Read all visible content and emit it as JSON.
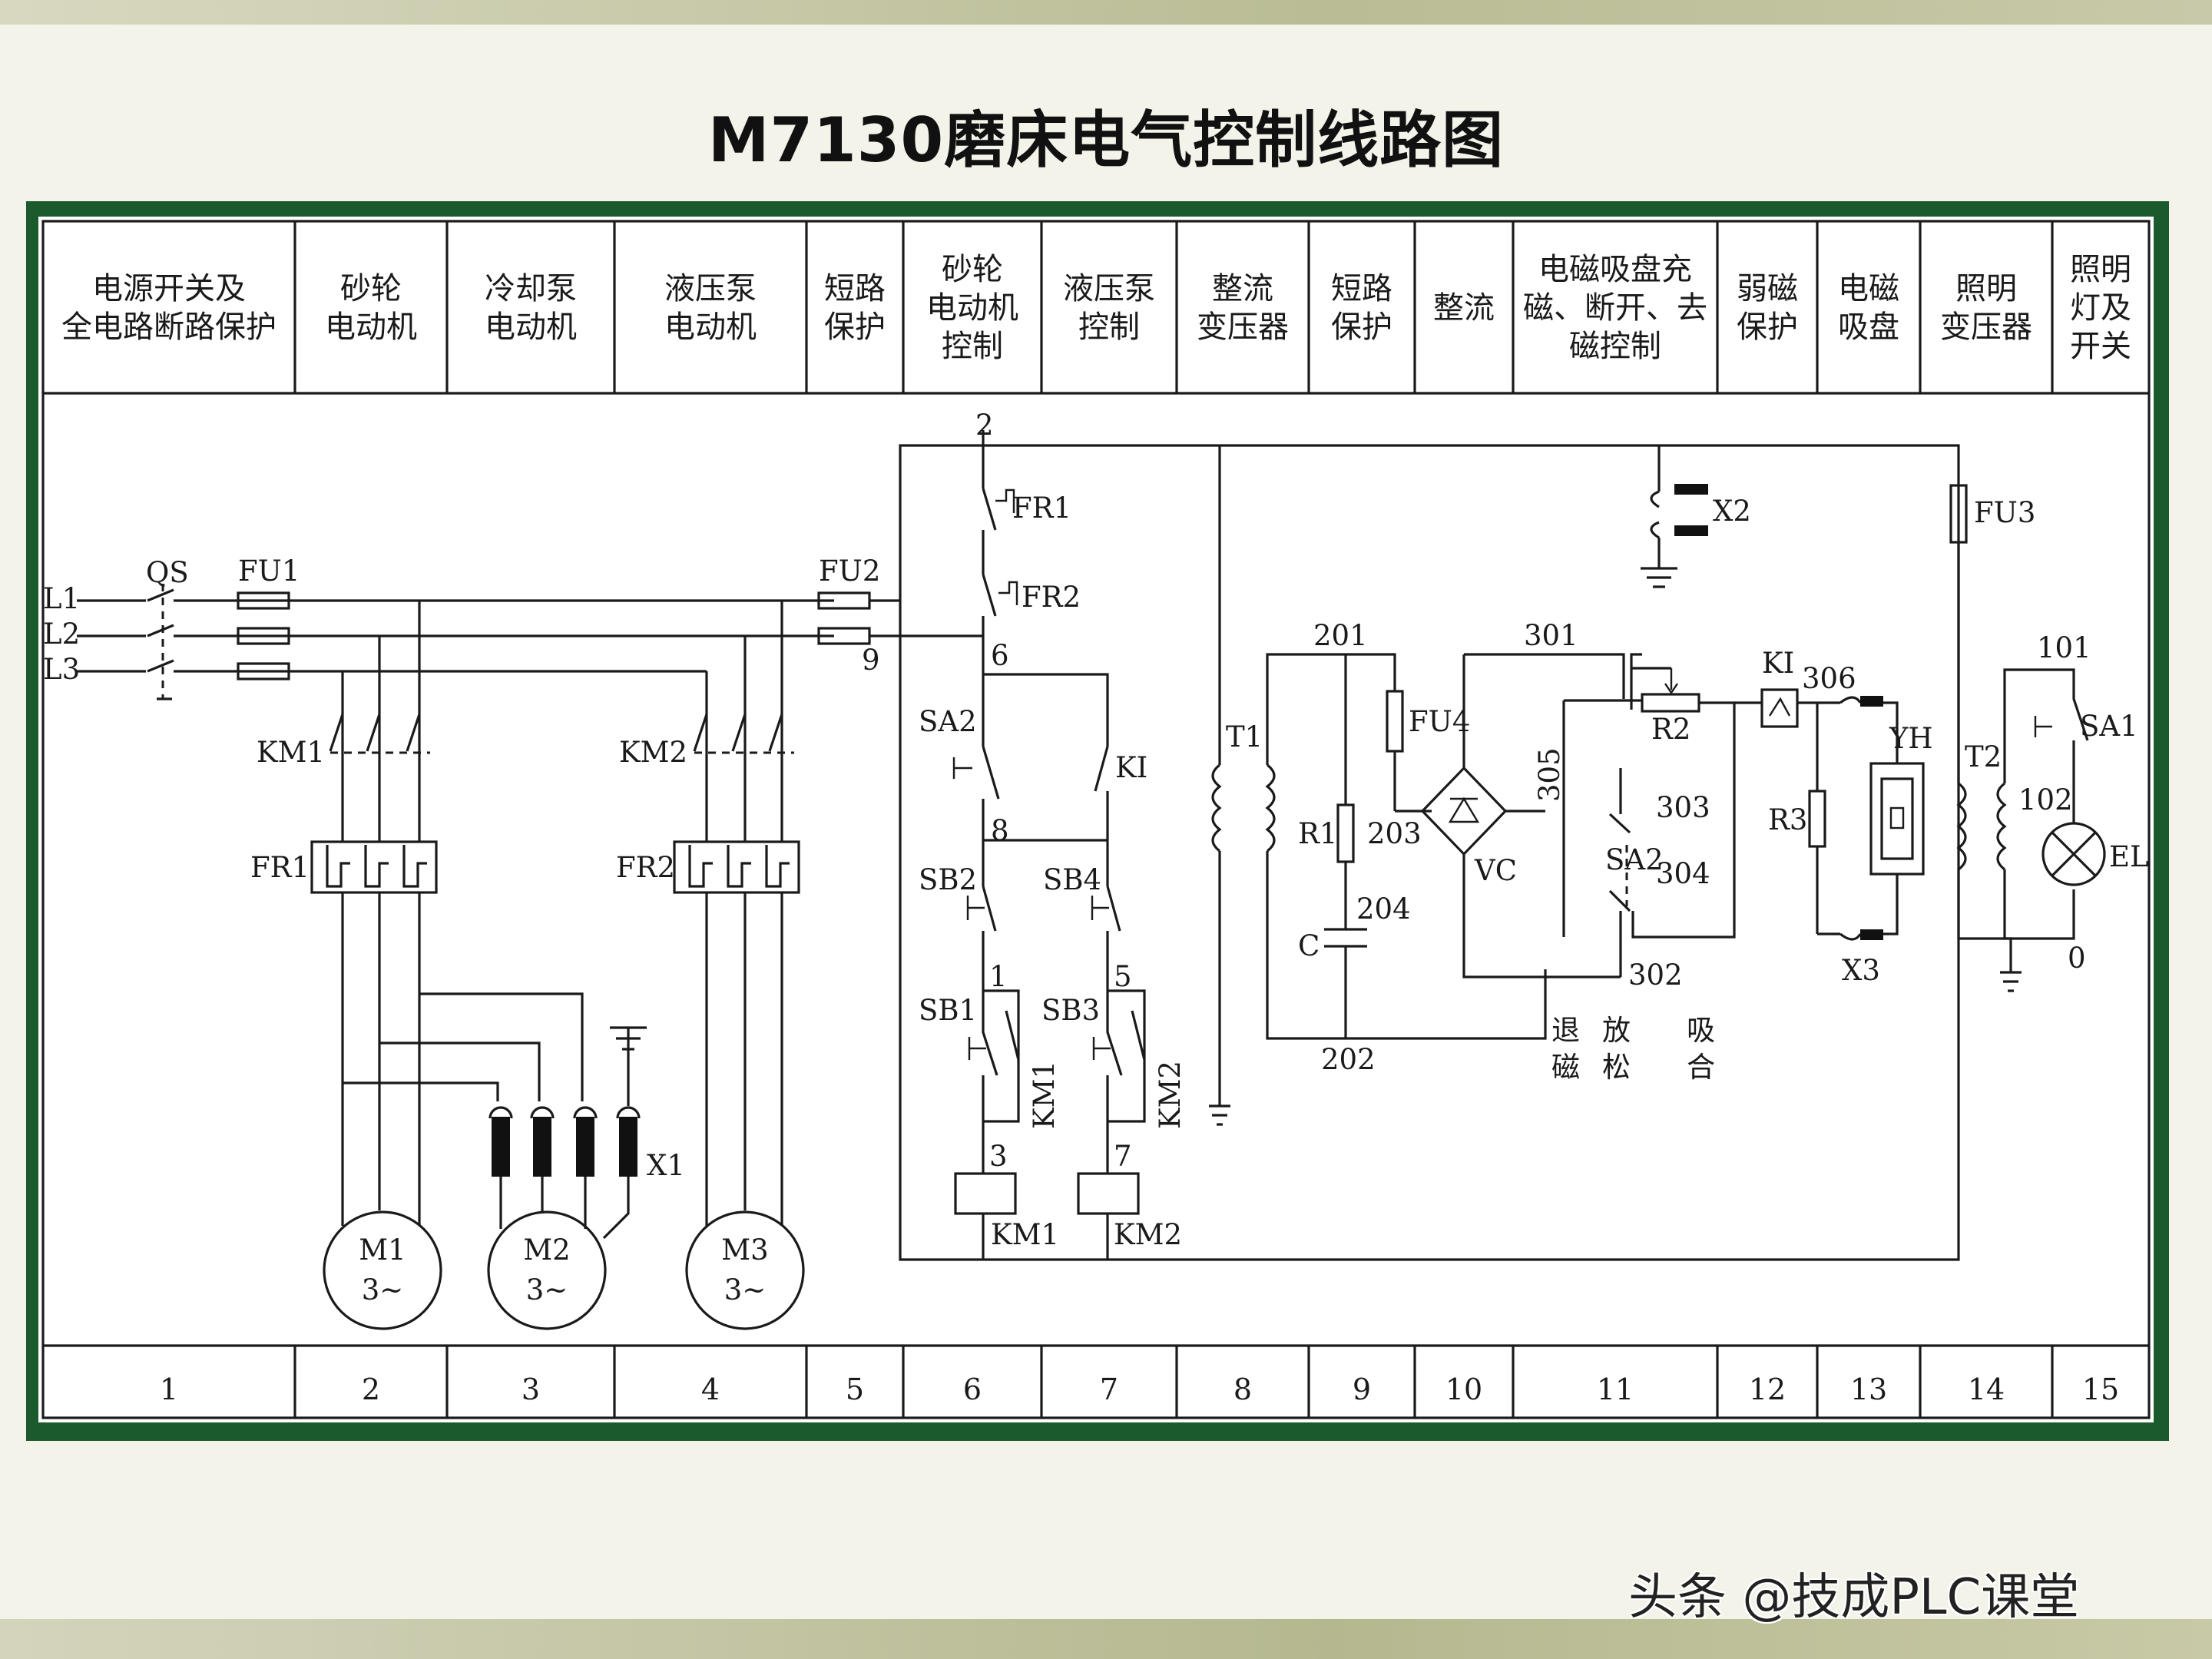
{
  "title": "M7130磨床电气控制线路图",
  "watermark": "头条 @技成PLC课堂",
  "header_columns": [
    {
      "n": "1",
      "lines": [
        "电源开关及",
        "全电路断路保护"
      ]
    },
    {
      "n": "2",
      "lines": [
        "砂轮",
        "电动机"
      ]
    },
    {
      "n": "3",
      "lines": [
        "冷却泵",
        "电动机"
      ]
    },
    {
      "n": "4",
      "lines": [
        "液压泵",
        "电动机"
      ]
    },
    {
      "n": "5",
      "lines": [
        "短路",
        "保护"
      ]
    },
    {
      "n": "6",
      "lines": [
        "砂轮",
        "电动机",
        "控制"
      ]
    },
    {
      "n": "7",
      "lines": [
        "液压泵",
        "控制"
      ]
    },
    {
      "n": "8",
      "lines": [
        "整流",
        "变压器"
      ]
    },
    {
      "n": "9",
      "lines": [
        "短路",
        "保护"
      ]
    },
    {
      "n": "10",
      "lines": [
        "整流"
      ]
    },
    {
      "n": "11",
      "lines": [
        "电磁吸盘充",
        "磁、断开、去",
        "磁控制"
      ]
    },
    {
      "n": "12",
      "lines": [
        "弱磁",
        "保护"
      ]
    },
    {
      "n": "13",
      "lines": [
        "电磁",
        "吸盘"
      ]
    },
    {
      "n": "14",
      "lines": [
        "照明",
        "变压器"
      ]
    },
    {
      "n": "15",
      "lines": [
        "照明",
        "灯及",
        "开关"
      ]
    }
  ],
  "labels": {
    "L1": "L1",
    "L2": "L2",
    "L3": "L3",
    "QS": "QS",
    "FU1": "FU1",
    "FU2": "FU2",
    "FU3": "FU3",
    "FU4": "FU4",
    "KM1": "KM1",
    "KM2": "KM2",
    "FR1": "FR1",
    "FR2": "FR2",
    "X1": "X1",
    "X2": "X2",
    "X3": "X3",
    "M1": "M1",
    "M2": "M2",
    "M3": "M3",
    "phase": "3~",
    "SA1": "SA1",
    "SA2": "SA2",
    "SB1": "SB1",
    "SB2": "SB2",
    "SB3": "SB3",
    "SB4": "SB4",
    "KI": "KI",
    "T1": "T1",
    "T2": "T2",
    "R1": "R1",
    "R2": "R2",
    "R3": "R3",
    "C": "C",
    "VC": "VC",
    "YH": "YH",
    "EL": "EL",
    "n2": "2",
    "n9": "9",
    "n6": "6",
    "n8": "8",
    "n1": "1",
    "n5": "5",
    "n3": "3",
    "n7": "7",
    "n201": "201",
    "n202": "202",
    "n203": "203",
    "n204": "204",
    "n301": "301",
    "n302": "302",
    "n303": "303",
    "n304": "304",
    "n305": "305",
    "n306": "306",
    "n101": "101",
    "n102": "102",
    "n0": "0",
    "tui": "退",
    "ci1": "磁",
    "fang": "放",
    "song": "松",
    "xi": "吸",
    "he": "合"
  }
}
